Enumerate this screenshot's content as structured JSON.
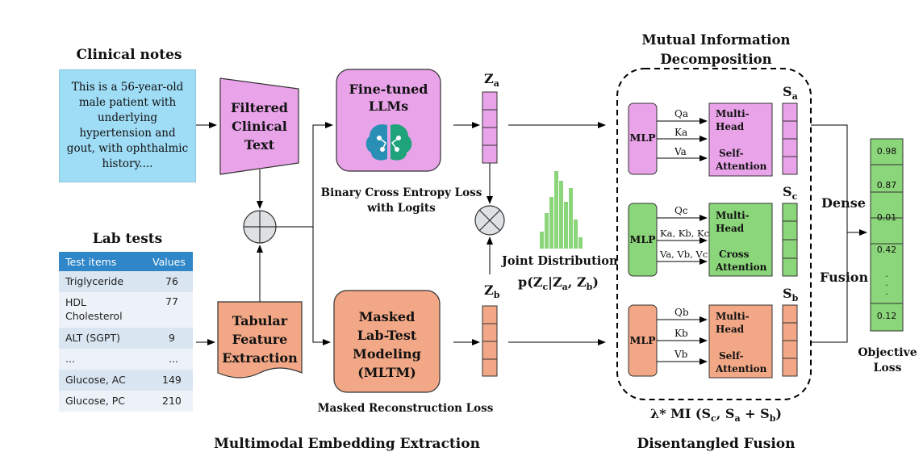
{
  "clinical_notes": {
    "title": "Clinical notes",
    "lines": [
      "This is a 56-year-old",
      "male patient with",
      "underlying",
      "hypertension and",
      "gout, with ophthalmic",
      "history...."
    ]
  },
  "lab_tests": {
    "title": "Lab tests",
    "headers": [
      "Test items",
      "Values"
    ],
    "rows": [
      {
        "item_lines": [
          "Triglyceride"
        ],
        "value": "76"
      },
      {
        "item_lines": [
          "HDL",
          "Cholesterol"
        ],
        "value": "77"
      },
      {
        "item_lines": [
          "ALT (SGPT)"
        ],
        "value": "9"
      },
      {
        "item_lines": [
          "..."
        ],
        "value": "..."
      },
      {
        "item_lines": [
          "Glucose, AC"
        ],
        "value": "149"
      },
      {
        "item_lines": [
          "Glucose, PC"
        ],
        "value": "210"
      }
    ]
  },
  "filtered_text": {
    "lines": [
      "Filtered",
      "Clinical",
      "Text"
    ]
  },
  "tabular": {
    "lines": [
      "Tabular",
      "Feature",
      "Extraction"
    ]
  },
  "llm": {
    "lines": [
      "Fine-tuned",
      "LLMs"
    ],
    "loss_lines": [
      "Binary Cross Entropy Loss",
      "with Logits"
    ]
  },
  "mltm": {
    "lines": [
      "Masked",
      "Lab-Test",
      "Modeling",
      "(MLTM)"
    ],
    "loss": "Masked Reconstruction Loss"
  },
  "embeddings": {
    "za": "Z",
    "za_sub": "a",
    "zb": "Z",
    "zb_sub": "b"
  },
  "joint": {
    "label": "Joint Distribution",
    "formula": "p(Zc|Za, Zb)"
  },
  "mi": {
    "title_lines": [
      "Mutual Information",
      "Decomposition"
    ],
    "formula": "λ* MI (Sc, Sa + Sb)",
    "blocks": [
      {
        "mlp": "MLP",
        "q": "Qa",
        "k": "Ka",
        "v": "Va",
        "attn_top": [
          "Multi-",
          "Head"
        ],
        "attn_bottom": [
          "Self-",
          "Attention"
        ],
        "s": "Sa"
      },
      {
        "mlp": "MLP",
        "q": "Qc",
        "k": "Ka, Kb, Kc",
        "v": "Va, Vb, Vc",
        "attn_top": [
          "Multi-",
          "Head"
        ],
        "attn_bottom": [
          "Cross",
          "Attention"
        ],
        "s": "Sc"
      },
      {
        "mlp": "MLP",
        "q": "Qb",
        "k": "Kb",
        "v": "Vb",
        "attn_top": [
          "Multi-",
          "Head"
        ],
        "attn_bottom": [
          "Self-",
          "Attention"
        ],
        "s": "Sb"
      }
    ]
  },
  "dense_fusion": {
    "top": "Dense",
    "bottom": "Fusion"
  },
  "objective": {
    "values": [
      "0.98",
      "0.87",
      "0.01",
      "0.42",
      ".",
      ".",
      ".",
      "0.12"
    ],
    "label_lines": [
      "Objective",
      "Loss"
    ]
  },
  "sections": {
    "left": "Multimodal Embedding Extraction",
    "right": "Disentangled Fusion"
  },
  "colors": {
    "blue_box": "#9fdcf5",
    "pink": "#e9a3e9",
    "orange": "#f2a786",
    "green": "#8bd57a",
    "table_header": "#2f86c8"
  }
}
